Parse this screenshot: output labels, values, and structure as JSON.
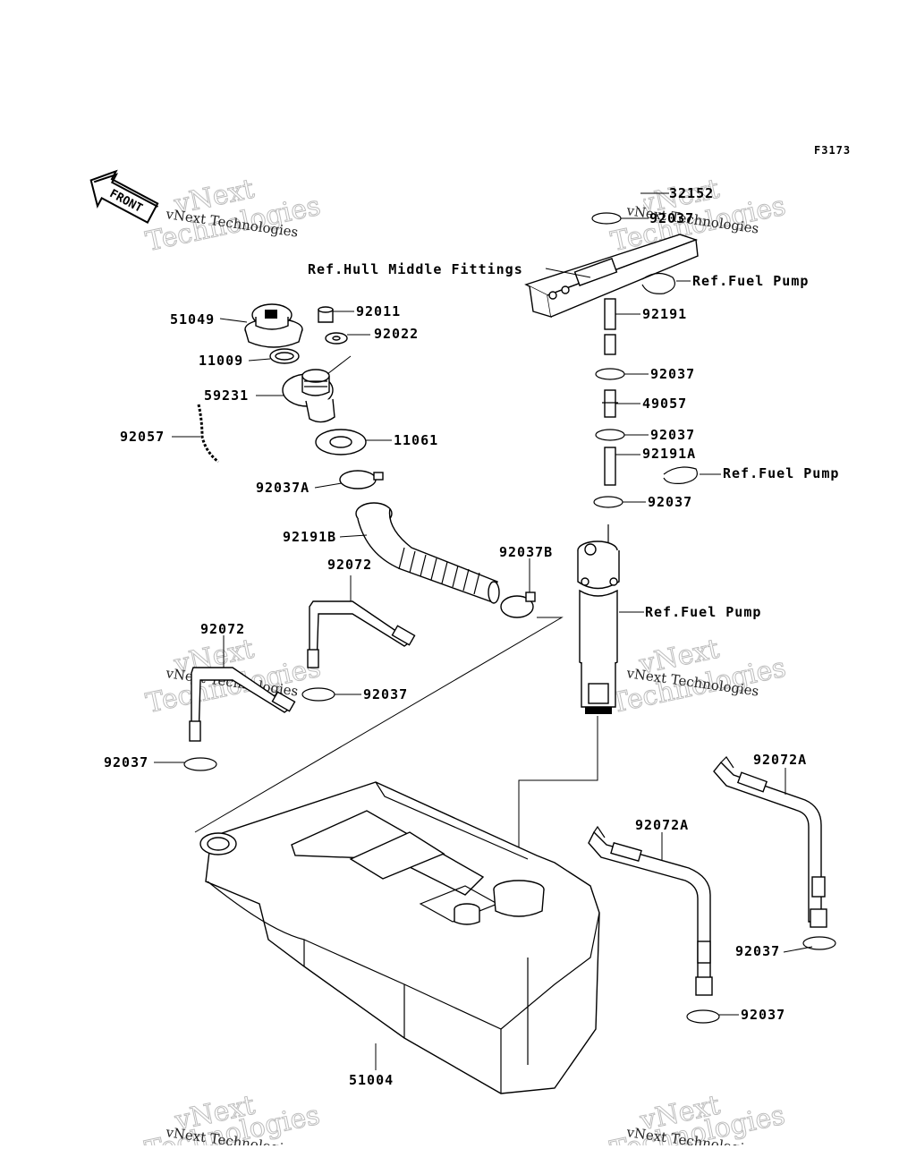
{
  "figure_code": "F3173",
  "front_marker": "FRONT",
  "watermark": {
    "line1": "vNext",
    "line2": "Technologies",
    "caption": "vNext Technologies"
  },
  "labels": {
    "p32152": "32152",
    "p92037_top": "92037",
    "ref_hull": "Ref.Hull Middle Fittings",
    "ref_fuel_pump_1": "Ref.Fuel Pump",
    "p92191": "92191",
    "p51049": "51049",
    "p92011": "92011",
    "p92022": "92022",
    "p11009": "11009",
    "p92037_2": "92037",
    "p59231": "59231",
    "p49057": "49057",
    "p92037_3": "92037",
    "p92191A": "92191A",
    "p92057": "92057",
    "p11061": "11061",
    "ref_fuel_pump_2": "Ref.Fuel Pump",
    "p92037A": "92037A",
    "p92037_4": "92037",
    "p92191B": "92191B",
    "p92037B": "92037B",
    "p92072_1": "92072",
    "ref_fuel_pump_3": "Ref.Fuel Pump",
    "p92072_2": "92072",
    "p92037_5": "92037",
    "p92037_6": "92037",
    "p92072A_1": "92072A",
    "p92072A_2": "92072A",
    "p92037_7": "92037",
    "p92037_8": "92037",
    "p51004": "51004"
  }
}
